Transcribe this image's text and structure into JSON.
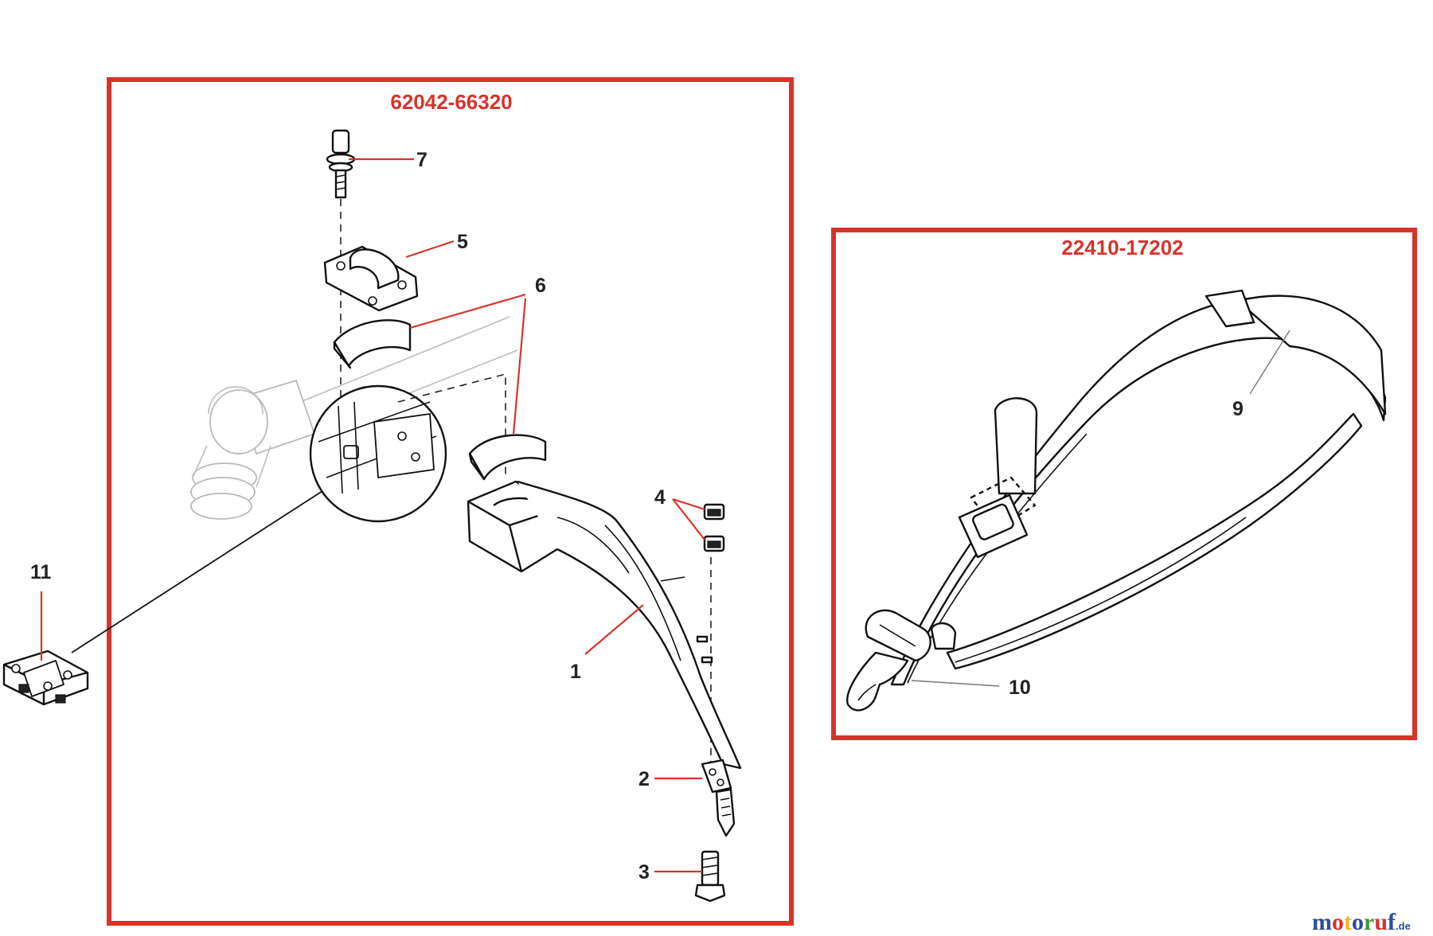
{
  "kits": [
    {
      "id": "kit-guard",
      "number": "62042-66320"
    },
    {
      "id": "kit-strap",
      "number": "22410-17202"
    }
  ],
  "callouts": {
    "c1": "1",
    "c2": "2",
    "c3": "3",
    "c4": "4",
    "c5": "5",
    "c6": "6",
    "c7": "7",
    "c9": "9",
    "c10": "10",
    "c11": "11"
  },
  "logo": {
    "name": "motoruf",
    "suffix": ".de",
    "colors": [
      "#2b4c9b",
      "#d8332a",
      "#f2b61c",
      "#2b4c9b",
      "#3a9a3a",
      "#d8332a",
      "#2b4c9b"
    ]
  },
  "colors": {
    "frame": "#d8332a",
    "kit_number": "#d8332a",
    "leader": "#d8332a"
  }
}
